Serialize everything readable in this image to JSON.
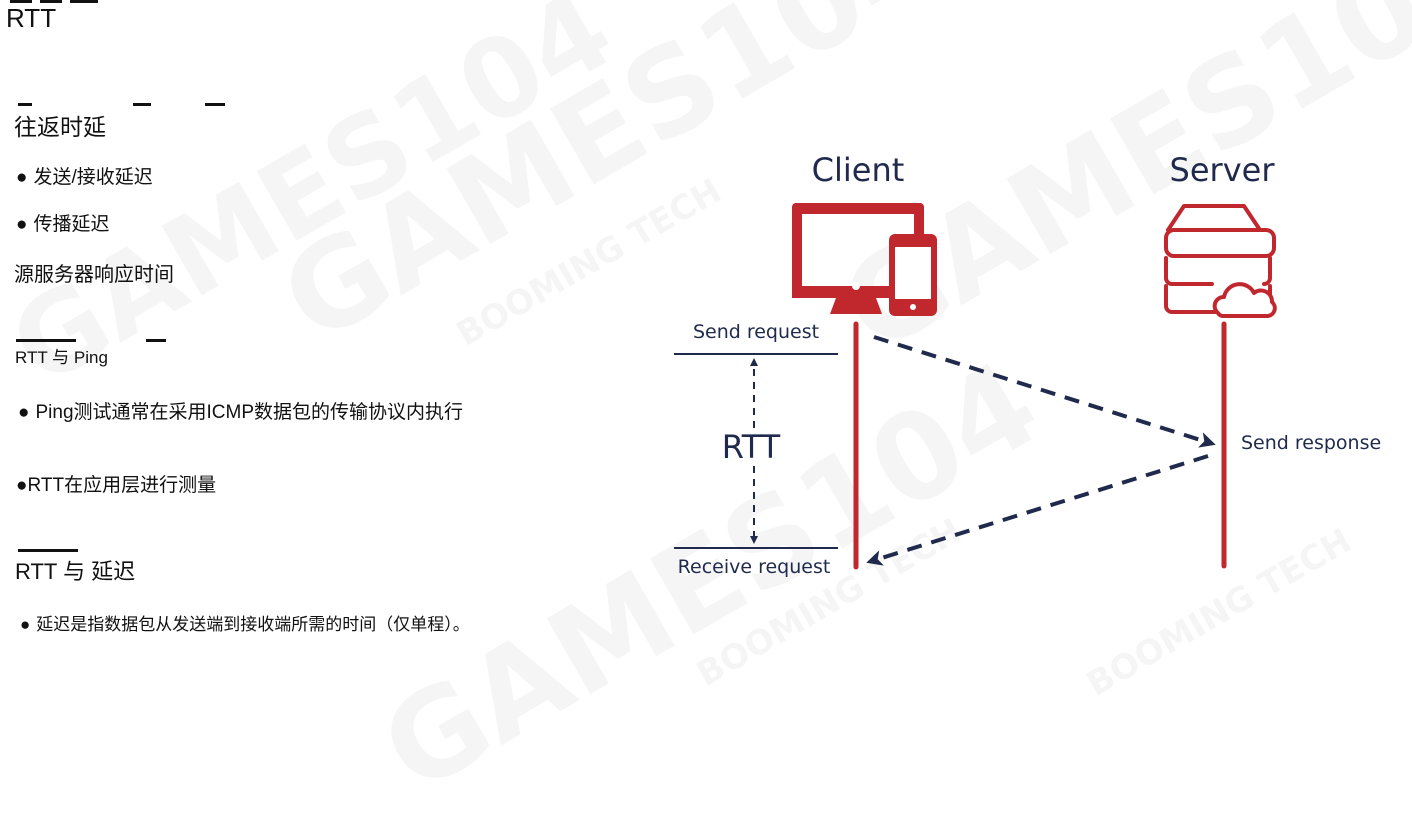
{
  "slide": {
    "title": "RTT",
    "sections": [
      {
        "heading": "往返时延",
        "items": [
          "发送/接收延迟",
          "传播延迟"
        ],
        "trailing": "源服务器响应时间"
      },
      {
        "heading": "RTT 与 Ping",
        "items": [
          "Ping测试通常在采用ICMP数据包的传输协议内执行",
          "RTT在应用层进行测量"
        ]
      },
      {
        "heading": "RTT 与 延迟",
        "items": [
          "延迟是指数据包从发送端到接收端所需的时间（仅单程）。"
        ]
      }
    ]
  },
  "diagram": {
    "client_label": "Client",
    "server_label": "Server",
    "send_request": "Send request",
    "receive_request": "Receive request",
    "send_response": "Send response",
    "rtt_label": "RTT",
    "icons": {
      "client": "desktop-and-phone-icon",
      "server": "server-stack-cloud-icon"
    },
    "colors": {
      "accent_red": "#c0282e",
      "navy": "#1f2a4d"
    }
  },
  "watermark": {
    "text_primary": "GAMES104",
    "text_secondary": "BOOMING TECH"
  }
}
